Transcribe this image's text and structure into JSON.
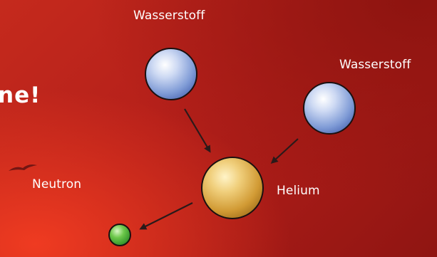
{
  "headline": "ne!",
  "particles": {
    "hydrogen_1": "Wasserstoff",
    "hydrogen_2": "Wasserstoff",
    "helium": "Helium",
    "neutron": "Neutron"
  },
  "colors": {
    "background": "#b3221a",
    "hydrogen": "#a9c0ea",
    "helium": "#e4b24a",
    "neutron": "#5dbb3f",
    "arrow": "#2a1a1a",
    "text": "#ffffff"
  }
}
